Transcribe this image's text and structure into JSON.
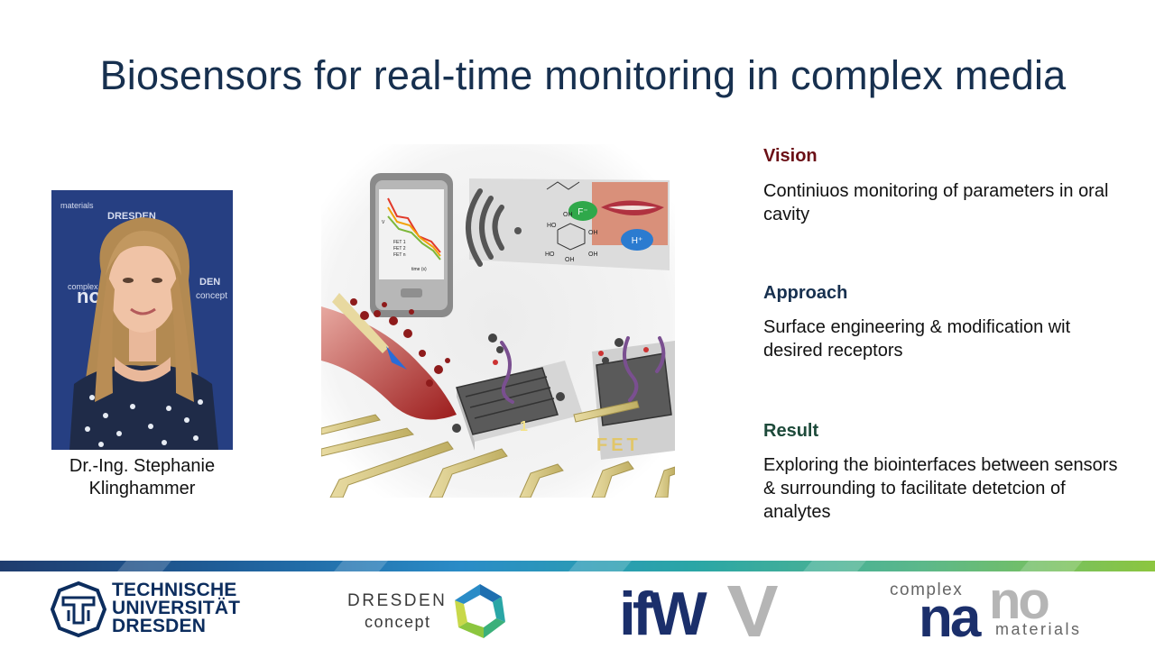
{
  "slide": {
    "title": "Biosensors for real-time monitoring in complex media"
  },
  "portrait": {
    "caption_line1": "Dr.-Ing. Stephanie",
    "caption_line2": "Klinghammer",
    "backdrop_text": [
      "DRESDEN",
      "complex",
      "no",
      "materials",
      "DEN",
      "concept"
    ]
  },
  "illustration": {
    "phone_legend": [
      "FET 1",
      "FET 2",
      "FET n"
    ],
    "phone_xlabel": "time (s)",
    "phone_ylabel": "V",
    "ion_fluoride": "F⁻",
    "ion_proton": "H⁺",
    "chem_labels": [
      "OH",
      "HO",
      "HO",
      "OH",
      "OH",
      "OH"
    ],
    "device_label": "FET",
    "device_label_2": "1"
  },
  "sections": [
    {
      "heading": "Vision",
      "body": "Continiuos monitoring of parameters in oral cavity",
      "color": "#6b0f16"
    },
    {
      "heading": "Approach",
      "body": "Surface engineering & modification wit desired receptors",
      "color": "#17304f"
    },
    {
      "heading": "Result",
      "body": "Exploring the biointerfaces between sensors & surrounding to facilitate detetcion of analytes",
      "color": "#1d4a3a"
    }
  ],
  "footer": {
    "tud": {
      "line1": "TECHNISCHE",
      "line2": "UNIVERSITÄT",
      "line3": "DRESDEN"
    },
    "dresden_concept": {
      "line1": "DRESDEN",
      "line2": "concept"
    },
    "ifw": "ifW",
    "complex_nano": {
      "line1": "complex",
      "big_na": "na",
      "big_no": "no",
      "line3": "materials"
    },
    "band_colors": [
      "#1f3c6e",
      "#1f5f9a",
      "#2a8cc7",
      "#2aa6a6",
      "#5cb88a",
      "#8cc63f"
    ]
  }
}
